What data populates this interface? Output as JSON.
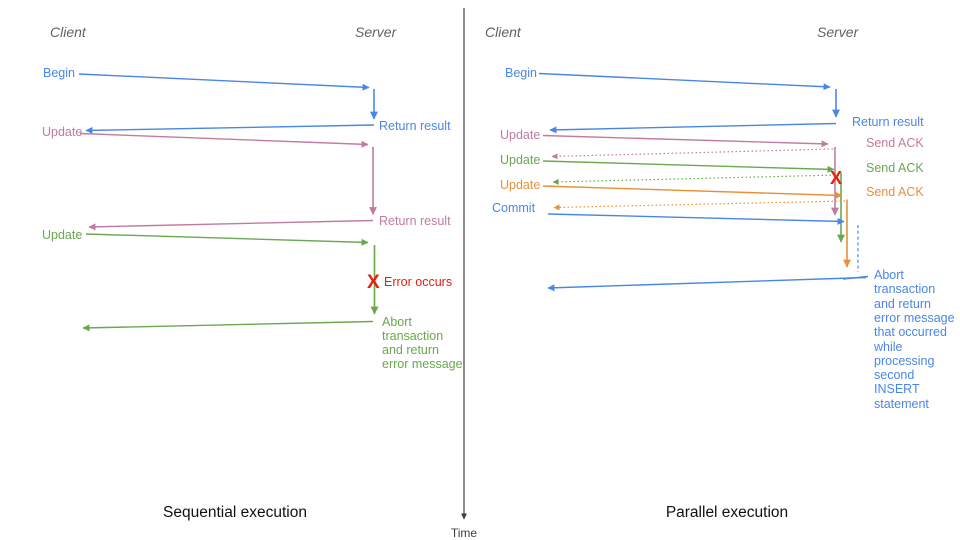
{
  "colors": {
    "blue": "#4a86e8",
    "pink": "#c27ba0",
    "green": "#6aa84f",
    "orange": "#e69138",
    "red": "#ea1c0c",
    "axis": "#3c4043",
    "header": "#5f6368",
    "title": "#111111"
  },
  "timeline": {
    "label": "Time"
  },
  "left": {
    "title": "Sequential execution",
    "client_header": "Client",
    "server_header": "Server",
    "labels": {
      "begin": "Begin",
      "return_result_1": "Return result",
      "update_1": "Update",
      "return_result_2": "Return result",
      "update_2": "Update",
      "error_marker": "X",
      "error_occurs": "Error occurs",
      "abort_lines": [
        "Abort",
        "transaction",
        "and return",
        "error message"
      ]
    }
  },
  "right": {
    "title": "Parallel execution",
    "client_header": "Client",
    "server_header": "Server",
    "labels": {
      "begin": "Begin",
      "return_result": "Return result",
      "update_1": "Update",
      "update_2": "Update",
      "update_3": "Update",
      "commit": "Commit",
      "send_ack_1": "Send ACK",
      "send_ack_2": "Send ACK",
      "send_ack_3": "Send ACK",
      "error_marker": "X",
      "abort_lines": [
        "Abort",
        "transaction",
        "and return",
        "error message",
        "that occurred",
        "while",
        "processing",
        "second",
        "INSERT",
        "statement"
      ]
    }
  }
}
